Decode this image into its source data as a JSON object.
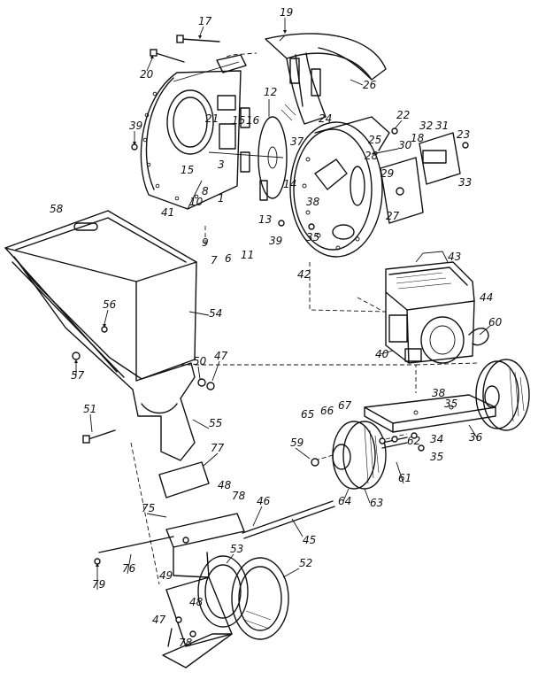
{
  "diagram": {
    "callouts": [
      "17",
      "19",
      "20",
      "26",
      "12",
      "22",
      "39",
      "21",
      "15",
      "16",
      "24",
      "25",
      "32",
      "31",
      "23",
      "18",
      "30",
      "28",
      "29",
      "33",
      "15",
      "3",
      "14",
      "37",
      "38",
      "35",
      "27",
      "41",
      "10",
      "8",
      "1",
      "13",
      "39",
      "42",
      "9",
      "7",
      "6",
      "11",
      "58",
      "43",
      "44",
      "60",
      "56",
      "54",
      "40",
      "57",
      "50",
      "47",
      "38",
      "35",
      "51",
      "55",
      "65",
      "66",
      "67",
      "36",
      "34",
      "59",
      "62",
      "35",
      "77",
      "61",
      "48",
      "78",
      "75",
      "46",
      "63",
      "64",
      "45",
      "53",
      "52",
      "76",
      "49",
      "79",
      "48",
      "47",
      "78"
    ]
  }
}
